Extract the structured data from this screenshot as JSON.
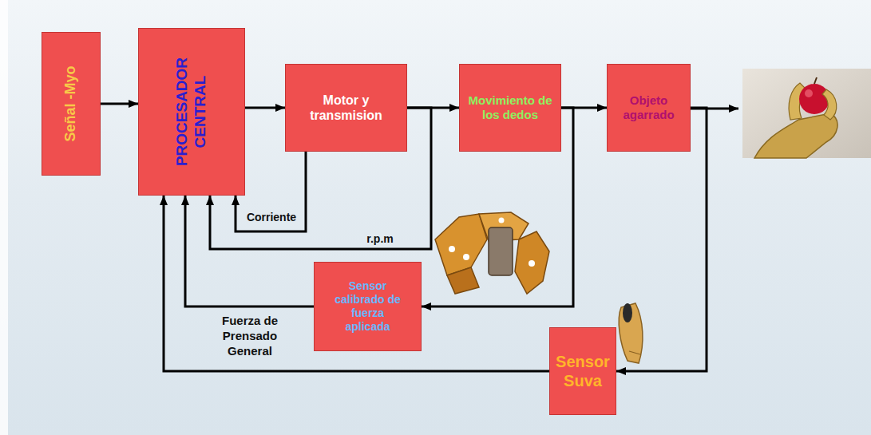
{
  "diagram": {
    "nodes": [
      {
        "text": [
          "Señal -Myo"
        ]
      },
      {
        "text": [
          "PROCESADOR CENTRAL"
        ]
      },
      {
        "text": [
          "Motor y transmision"
        ]
      },
      {
        "text": [
          "Movimiento de los dedos"
        ]
      },
      {
        "text": [
          "Objeto agarrado"
        ]
      },
      {
        "text": [
          "Sensor calibrado de fuerza aplicada"
        ]
      },
      {
        "text": [
          "Sensor Suva"
        ]
      }
    ],
    "edges": [
      {
        "from": 0,
        "to": 1,
        "arrow": "to"
      },
      {
        "from": 1,
        "to": 2,
        "arrow": "to"
      },
      {
        "from": 2,
        "to": 3,
        "arrow": "to"
      },
      {
        "from": 3,
        "to": 4,
        "arrow": "to"
      },
      {
        "from": 2,
        "to": 1,
        "label": "Corriente",
        "arrow": "to"
      },
      {
        "from": 2,
        "to": 1,
        "label": "r.p.m",
        "arrow": "to"
      },
      {
        "from": 3,
        "to": 5,
        "arrow": "to"
      },
      {
        "from": 5,
        "to": 1,
        "label": "Fuerza de Prensado General",
        "arrow": "to"
      },
      {
        "from": 4,
        "to": 6,
        "arrow": "to"
      },
      {
        "from": 6,
        "to": 1,
        "arrow": "to"
      }
    ]
  }
}
